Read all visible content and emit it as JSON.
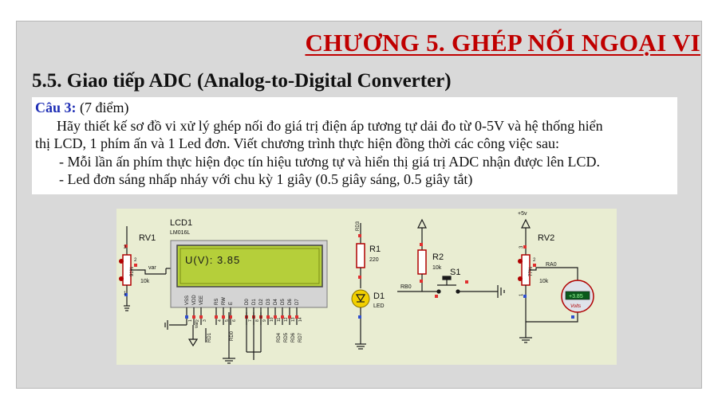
{
  "chapter_title": "CHƯƠNG 5. GHÉP NỐI NGOẠI VI",
  "section_title": "5.5. Giao tiếp ADC (Analog-to-Digital Converter)",
  "question": {
    "label": "Câu 3:",
    "points": "(7 điểm)",
    "line1": "Hãy thiết kế sơ đồ vi xử lý ghép nối đo giá trị điện áp tương tự dải đo từ 0-5V và hệ thống hiển",
    "line2": "thị LCD, 1 phím ấn và 1 Led đơn. Viết chương trình thực hiện đồng thời các công việc sau:",
    "bullet1": "- Mỗi lần ấn phím thực hiện đọc tín hiệu tương tự và hiển thị giá trị ADC nhận được lên LCD.",
    "bullet2": "- Led đơn sáng nhấp nháy với chu kỳ 1 giây (0.5 giây sáng, 0.5 giây tắt)"
  },
  "circuit": {
    "rv1": {
      "name": "RV1",
      "pin3": "3",
      "pin2": "2",
      "pin1": "1",
      "wiper": "var",
      "percent": "91%",
      "value": "10k"
    },
    "lcd": {
      "name": "LCD1",
      "model": "LM016L",
      "display": "U(V): 3.85",
      "pins": [
        "VSS",
        "VDD",
        "VEE",
        "RS",
        "RW",
        "E",
        "D0",
        "D1",
        "D2",
        "D3",
        "D4",
        "D5",
        "D6",
        "D7"
      ],
      "pin_numbers": [
        "1",
        "2",
        "3",
        "4",
        "5",
        "6",
        "7",
        "8",
        "9",
        "10",
        "11",
        "12",
        "13",
        "14"
      ],
      "net_labels": [
        "var",
        "RD1",
        "RD0",
        "RD4",
        "RD5",
        "RD6",
        "RD7"
      ]
    },
    "r1": {
      "name": "R1",
      "value": "220",
      "net": "RD3"
    },
    "d1": {
      "name": "D1",
      "type": "LED"
    },
    "r2": {
      "name": "R2",
      "value": "10k"
    },
    "s1": {
      "name": "S1",
      "net": "RB0"
    },
    "rv2": {
      "name": "RV2",
      "supply": "+5v",
      "pin3": "3",
      "pin2": "2",
      "pin1": "1",
      "net": "RA0",
      "percent": "77%",
      "value": "10k"
    },
    "voltmeter": {
      "reading": "+3.85",
      "unit": "Volts"
    },
    "colors": {
      "lcd_screen": "#b5cf3a",
      "wire": "#1a1a1a",
      "pin_red": "#e03030",
      "pin_blue": "#3050d0",
      "component_red": "#b00000",
      "led_yellow": "#f2d000",
      "board_bg": "#e9edd2"
    }
  }
}
